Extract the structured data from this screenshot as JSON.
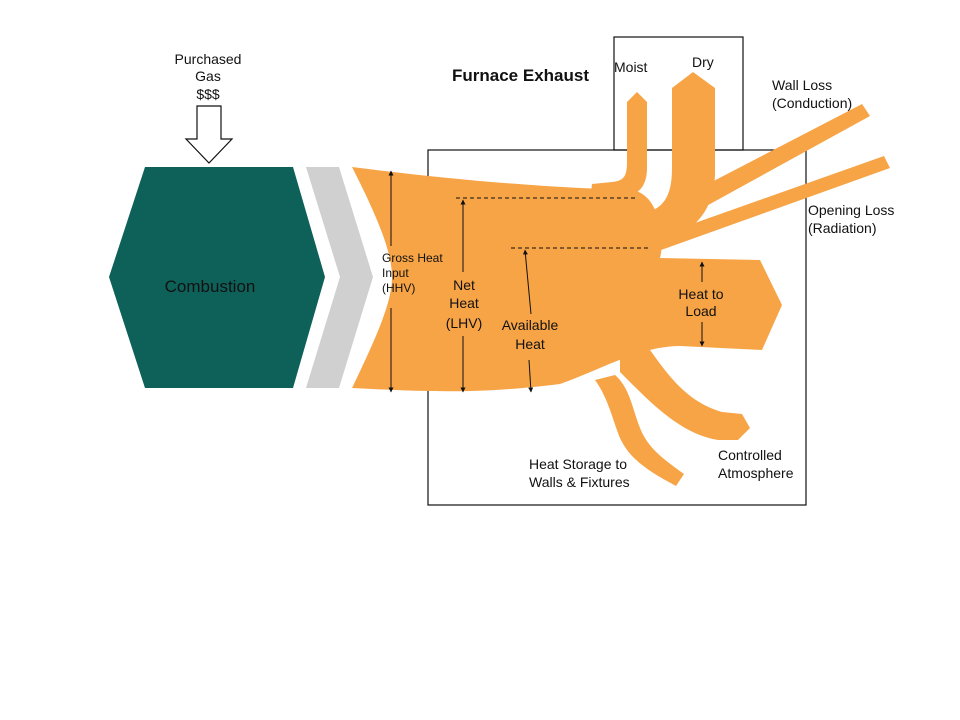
{
  "colors": {
    "flow": "#F7A446",
    "combustion": "#0D6159",
    "chevron": "#D0D0D0",
    "outline": "#111111",
    "combustion_text": "#FFFFFF"
  },
  "purchased_gas": {
    "line1": "Purchased",
    "line2": "Gas",
    "line3": "$$$"
  },
  "combustion_label": "Combustion",
  "furnace_exhaust": "Furnace Exhaust",
  "exhaust": {
    "moist": "Moist",
    "dry": "Dry"
  },
  "wall_loss": {
    "line1": "Wall Loss",
    "line2": "(Conduction)"
  },
  "opening_loss": {
    "line1": "Opening Loss",
    "line2": "(Radiation)"
  },
  "gross_heat": {
    "line1": "Gross Heat",
    "line2": "Input",
    "line3": "(HHV)"
  },
  "net_heat": {
    "line1": "Net",
    "line2": "Heat",
    "line3": "(LHV)"
  },
  "available_heat": {
    "line1": "Available",
    "line2": "Heat"
  },
  "heat_to_load": {
    "line1": "Heat to",
    "line2": "Load"
  },
  "heat_storage": {
    "line1": "Heat Storage to",
    "line2": "Walls & Fixtures"
  },
  "controlled_atmosphere": {
    "line1": "Controlled",
    "line2": "Atmosphere"
  }
}
